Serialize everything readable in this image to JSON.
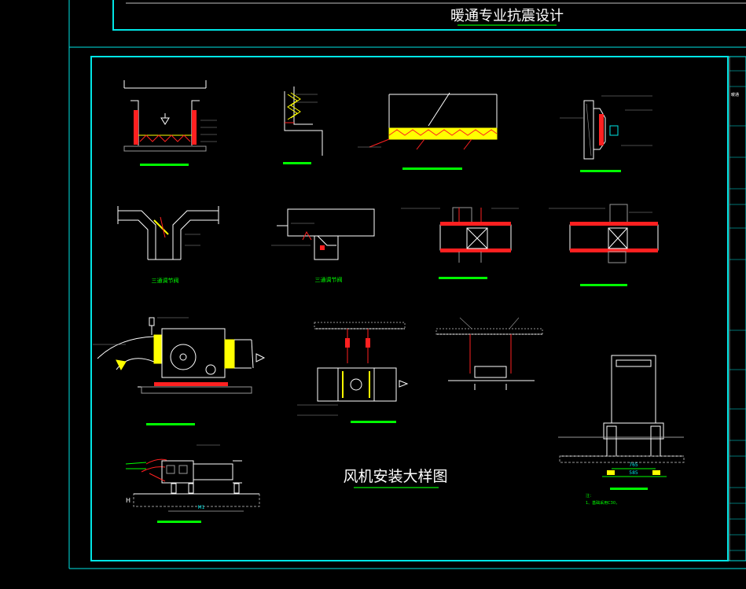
{
  "header": {
    "title": "暖通专业抗震设计"
  },
  "sheet": {
    "title": "风机安装大样图"
  },
  "colors": {
    "background": "#000000",
    "frame": "#00e5e5",
    "title_underline": "#00c800",
    "caption": "#00ff00",
    "line": "#ffffff",
    "red": "#ff2020",
    "yellow": "#ffff00",
    "hatch": "#999999"
  },
  "details": [
    {
      "caption": ""
    },
    {
      "caption": ""
    },
    {
      "caption": ""
    },
    {
      "caption": ""
    },
    {
      "caption": "三通调节阀"
    },
    {
      "caption": "三通调节阀"
    },
    {
      "caption": ""
    },
    {
      "caption": ""
    },
    {
      "caption": ""
    },
    {
      "caption": ""
    },
    {
      "caption": ""
    },
    {
      "caption": ""
    },
    {
      "caption": ""
    }
  ],
  "foundation": {
    "dim1": "765",
    "dim2": "585",
    "note_title": "注：",
    "note_line": "1、基础采用C30，"
  },
  "marks": {
    "H": "H",
    "M1": "M1"
  },
  "title_block": {
    "text": "暖通"
  }
}
